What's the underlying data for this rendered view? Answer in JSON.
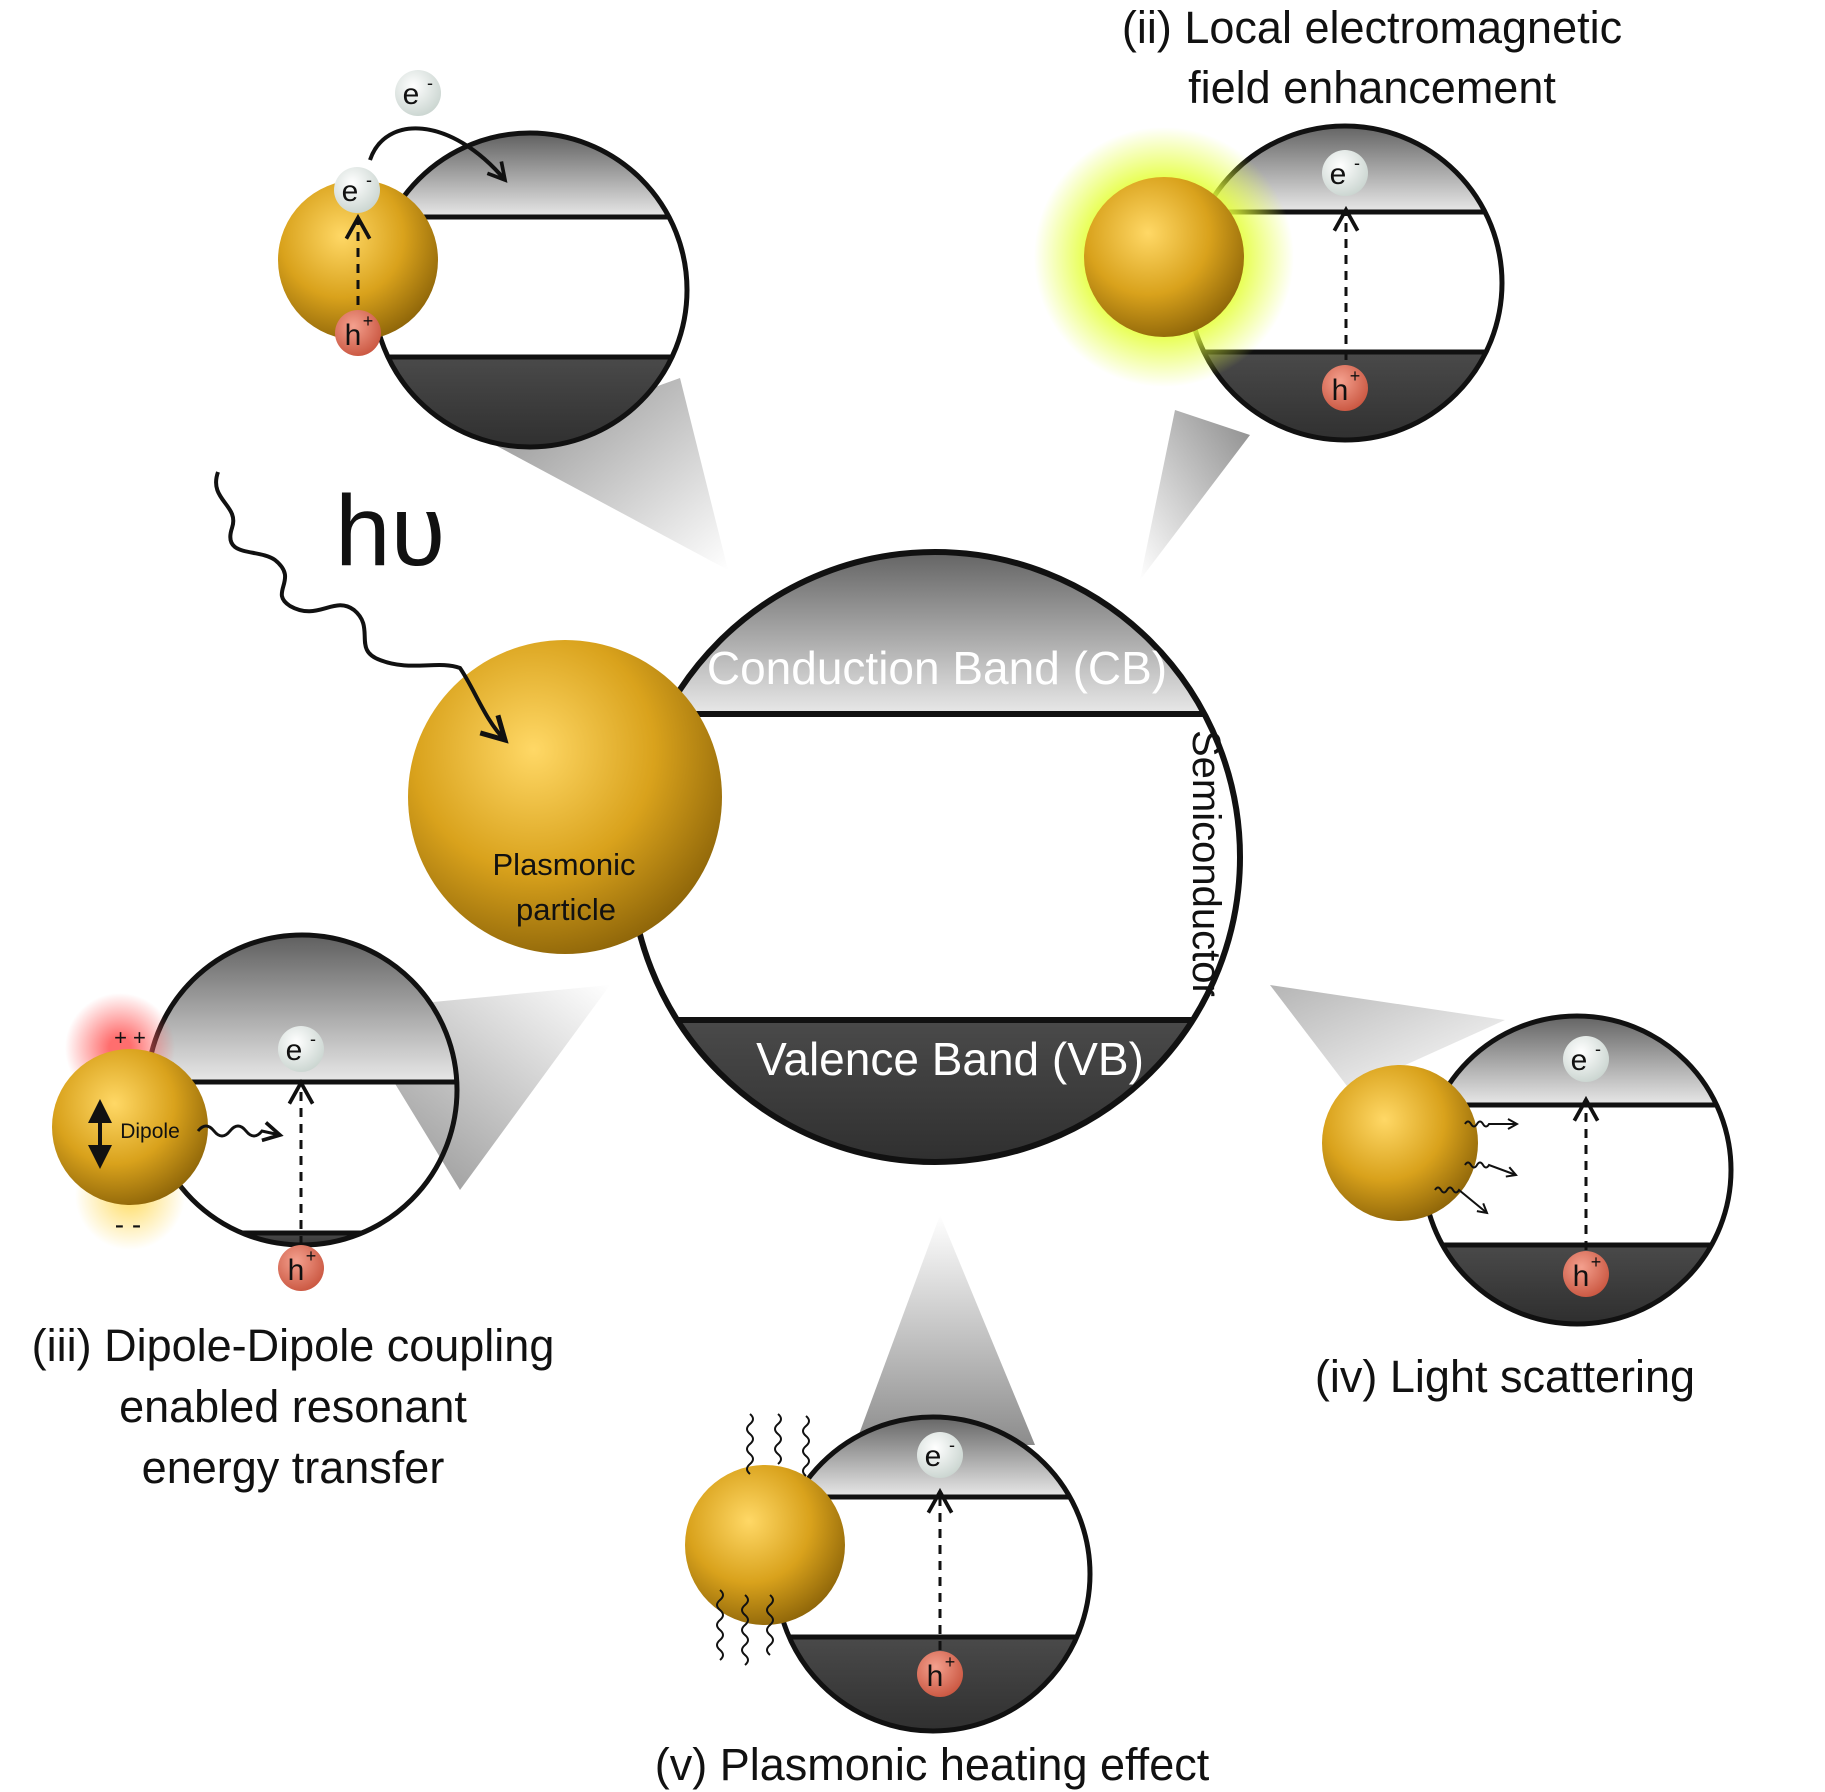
{
  "photon": {
    "symbol": "hυ"
  },
  "main": {
    "cb_label": "Conduction Band (CB)",
    "vb_label": "Valence Band (VB)",
    "semiconductor_label": "Semiconductor",
    "particle_label_line1": "Plasmonic",
    "particle_label_line2": "particle"
  },
  "carriers": {
    "electron": "e",
    "electron_sup": "-",
    "hole": "h",
    "hole_sup": "+"
  },
  "mechanisms": {
    "ii": {
      "line1": "(ii) Local electromagnetic",
      "line2": "field enhancement"
    },
    "iii": {
      "line1": "(iii) Dipole-Dipole coupling",
      "line2": "enabled resonant",
      "line3": "energy transfer",
      "dipole_label": "Dipole",
      "plus_charges": "+ +",
      "minus_charges": "- -"
    },
    "iv": {
      "line1": "(iv) Light scattering"
    },
    "v": {
      "line1": "(v) Plasmonic heating effect"
    }
  },
  "colors": {
    "gold": "#d4a017",
    "cb_gray": "#9a9a9a",
    "vb_gray": "#474747",
    "hole_red": "#e0705a",
    "glow_yellow": "#e5ff3a",
    "glow_red": "#ff6a6a"
  }
}
